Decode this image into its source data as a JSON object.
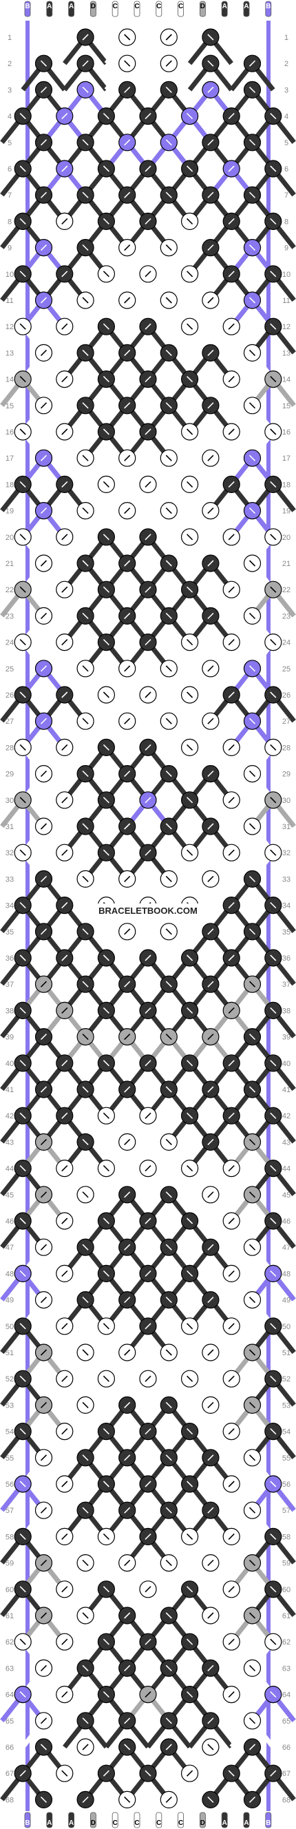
{
  "site": {
    "watermark": "BRACELETBOOK.COM"
  },
  "colors": {
    "A": "#333333",
    "B": "#8877ee",
    "C": "#ffffff",
    "D": "#aaaaaa"
  },
  "strings": [
    "B",
    "A",
    "A",
    "D",
    "C",
    "C",
    "C",
    "C",
    "D",
    "A",
    "A",
    "B"
  ],
  "rows": 68,
  "row_labels": [
    "1",
    "2",
    "3",
    "4",
    "5",
    "6",
    "7",
    "8",
    "9",
    "10",
    "11",
    "12",
    "13",
    "14",
    "15",
    "16",
    "17",
    "18",
    "19",
    "20",
    "21",
    "22",
    "23",
    "24",
    "25",
    "26",
    "27",
    "28",
    "29",
    "30",
    "31",
    "32",
    "33",
    "34",
    "35",
    "36",
    "37",
    "38",
    "39",
    "40",
    "41",
    "42",
    "43",
    "44",
    "45",
    "46",
    "47",
    "48",
    "49",
    "50",
    "51",
    "52",
    "53",
    "54",
    "55",
    "56",
    "57",
    "58",
    "59",
    "60",
    "61",
    "62",
    "63",
    "64",
    "65",
    "66",
    "67",
    "68"
  ],
  "knot_rows": [
    [
      "A",
      "C",
      "C",
      "A"
    ],
    [
      "A",
      "A",
      "C",
      "C",
      "A",
      "A"
    ],
    [
      "A",
      "B",
      "A",
      "A",
      "B",
      "A"
    ],
    [
      "A",
      "B",
      "A",
      "A",
      "B",
      "A",
      "A"
    ],
    [
      "A",
      "A",
      "B",
      "B",
      "A",
      "A"
    ],
    [
      "A",
      "B",
      "A",
      "A",
      "A",
      "B",
      "A"
    ],
    [
      "A",
      "A",
      "A",
      "A",
      "A",
      "A"
    ],
    [
      "A",
      "C",
      "A",
      "A",
      "C",
      "A",
      "A"
    ],
    [
      "B",
      "A",
      "C",
      "C",
      "A",
      "B"
    ],
    [
      "A",
      "A",
      "C",
      "C",
      "C",
      "A",
      "A"
    ],
    [
      "B",
      "C",
      "C",
      "C",
      "C",
      "B"
    ],
    [
      "C",
      "C",
      "A",
      "A",
      "C",
      "C",
      "A"
    ],
    [
      "C",
      "A",
      "A",
      "A",
      "A",
      "C"
    ],
    [
      "D",
      "C",
      "A",
      "A",
      "A",
      "C",
      "D"
    ],
    [
      "C",
      "A",
      "A",
      "A",
      "A",
      "C"
    ],
    [
      "C",
      "C",
      "A",
      "A",
      "C",
      "C",
      "C"
    ],
    [
      "B",
      "C",
      "C",
      "C",
      "C",
      "B"
    ],
    [
      "A",
      "A",
      "C",
      "C",
      "C",
      "A",
      "A"
    ],
    [
      "B",
      "C",
      "C",
      "C",
      "C",
      "B"
    ],
    [
      "C",
      "C",
      "A",
      "A",
      "C",
      "C",
      "C"
    ],
    [
      "C",
      "A",
      "A",
      "A",
      "A",
      "C"
    ],
    [
      "D",
      "C",
      "A",
      "A",
      "A",
      "C",
      "D"
    ],
    [
      "C",
      "A",
      "A",
      "A",
      "A",
      "C"
    ],
    [
      "C",
      "C",
      "A",
      "A",
      "C",
      "C",
      "C"
    ],
    [
      "B",
      "C",
      "C",
      "C",
      "C",
      "B"
    ],
    [
      "A",
      "A",
      "C",
      "C",
      "C",
      "A",
      "A"
    ],
    [
      "B",
      "C",
      "C",
      "C",
      "C",
      "B"
    ],
    [
      "C",
      "C",
      "A",
      "A",
      "C",
      "C",
      "C"
    ],
    [
      "C",
      "A",
      "A",
      "A",
      "A",
      "C"
    ],
    [
      "D",
      "C",
      "A",
      "B",
      "A",
      "C",
      "D"
    ],
    [
      "C",
      "A",
      "A",
      "A",
      "A",
      "C"
    ],
    [
      "C",
      "C",
      "A",
      "A",
      "C",
      "C",
      "C"
    ],
    [
      "A",
      "C",
      "C",
      "C",
      "C",
      "A"
    ],
    [
      "A",
      "A",
      "C",
      "C",
      "C",
      "A",
      "A"
    ],
    [
      "A",
      "A",
      "C",
      "C",
      "A",
      "A"
    ],
    [
      "A",
      "A",
      "A",
      "A",
      "A",
      "A",
      "A"
    ],
    [
      "D",
      "A",
      "A",
      "A",
      "A",
      "D"
    ],
    [
      "A",
      "D",
      "A",
      "A",
      "A",
      "D",
      "A"
    ],
    [
      "A",
      "D",
      "D",
      "D",
      "D",
      "A"
    ],
    [
      "A",
      "A",
      "A",
      "A",
      "A",
      "A",
      "A"
    ],
    [
      "A",
      "A",
      "A",
      "A",
      "A",
      "A"
    ],
    [
      "A",
      "A",
      "C",
      "C",
      "A",
      "A",
      "A"
    ],
    [
      "D",
      "A",
      "C",
      "C",
      "A",
      "D"
    ],
    [
      "A",
      "C",
      "C",
      "C",
      "C",
      "C",
      "A"
    ],
    [
      "D",
      "C",
      "A",
      "A",
      "C",
      "D"
    ],
    [
      "A",
      "C",
      "A",
      "A",
      "A",
      "C",
      "A"
    ],
    [
      "C",
      "A",
      "A",
      "A",
      "A",
      "C"
    ],
    [
      "B",
      "C",
      "A",
      "A",
      "A",
      "C",
      "B"
    ],
    [
      "C",
      "A",
      "A",
      "A",
      "A",
      "C"
    ],
    [
      "A",
      "C",
      "C",
      "A",
      "C",
      "C",
      "A"
    ],
    [
      "D",
      "C",
      "C",
      "C",
      "C",
      "D"
    ],
    [
      "A",
      "C",
      "C",
      "C",
      "C",
      "C",
      "A"
    ],
    [
      "D",
      "C",
      "A",
      "A",
      "C",
      "D"
    ],
    [
      "A",
      "C",
      "A",
      "A",
      "A",
      "C",
      "A"
    ],
    [
      "C",
      "A",
      "A",
      "A",
      "A",
      "C"
    ],
    [
      "B",
      "C",
      "A",
      "A",
      "A",
      "C",
      "B"
    ],
    [
      "C",
      "A",
      "A",
      "A",
      "A",
      "C"
    ],
    [
      "A",
      "C",
      "C",
      "A",
      "C",
      "C",
      "A"
    ],
    [
      "D",
      "C",
      "C",
      "C",
      "C",
      "D"
    ],
    [
      "A",
      "C",
      "A",
      "C",
      "A",
      "C",
      "A"
    ],
    [
      "D",
      "C",
      "A",
      "A",
      "C",
      "D"
    ],
    [
      "C",
      "C",
      "A",
      "A",
      "A",
      "C",
      "C"
    ],
    [
      "C",
      "A",
      "A",
      "A",
      "A",
      "C"
    ],
    [
      "B",
      "C",
      "A",
      "D",
      "A",
      "C",
      "B"
    ],
    [
      "C",
      "A",
      "A",
      "A",
      "A",
      "C"
    ],
    [
      "A",
      "C",
      "A",
      "A",
      "C",
      "A"
    ],
    [
      "A",
      "C",
      "A",
      "A",
      "C",
      "A",
      "A"
    ],
    [
      "A",
      "A",
      "C",
      "C",
      "A",
      "A"
    ]
  ]
}
